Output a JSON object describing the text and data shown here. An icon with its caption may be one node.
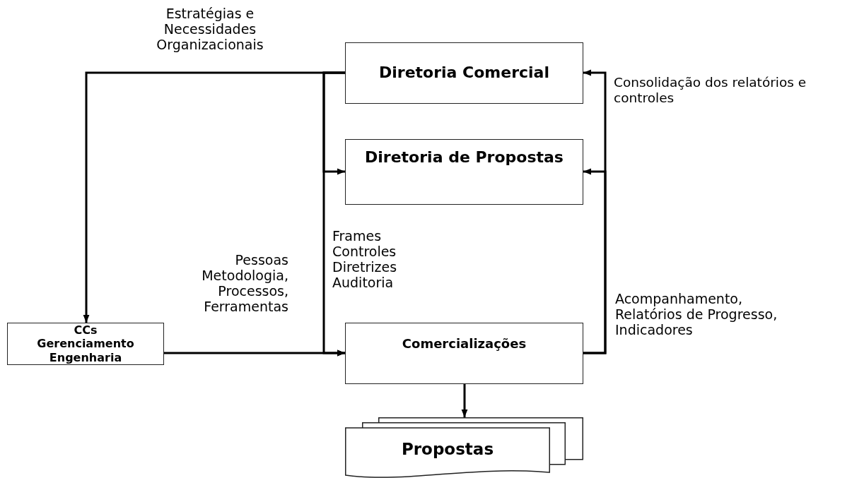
{
  "diagram": {
    "nodes": [
      {
        "text": [
          "Diretoria Comercial"
        ]
      },
      {
        "text": [
          "Diretoria de Propostas"
        ]
      },
      {
        "text": [
          "CCs Gerenciamento Engenharia"
        ]
      },
      {
        "text": [
          "Comercializações"
        ]
      },
      {
        "text": [
          "Propostas"
        ]
      }
    ],
    "edges": [
      {
        "from": 0,
        "to": 2,
        "arrow": "to",
        "label": "Estratégias e Necessidades Organizacionais"
      },
      {
        "from": 0,
        "to": 1,
        "arrow": "to"
      },
      {
        "from": 0,
        "to": 3,
        "arrow": "to",
        "label": "Frames Controles Diretrizes Auditoria"
      },
      {
        "from": 2,
        "to": 3,
        "arrow": "to",
        "label": "Pessoas Metodologia, Processos, Ferramentas"
      },
      {
        "from": 3,
        "to": 0,
        "arrow": "to",
        "label": "Consolidação dos relatórios e controles"
      },
      {
        "from": 3,
        "to": 1,
        "arrow": "to",
        "label": "Acompanhamento, Relatórios de Progresso, Indicadores"
      },
      {
        "from": 3,
        "to": 4,
        "arrow": "to"
      }
    ]
  }
}
